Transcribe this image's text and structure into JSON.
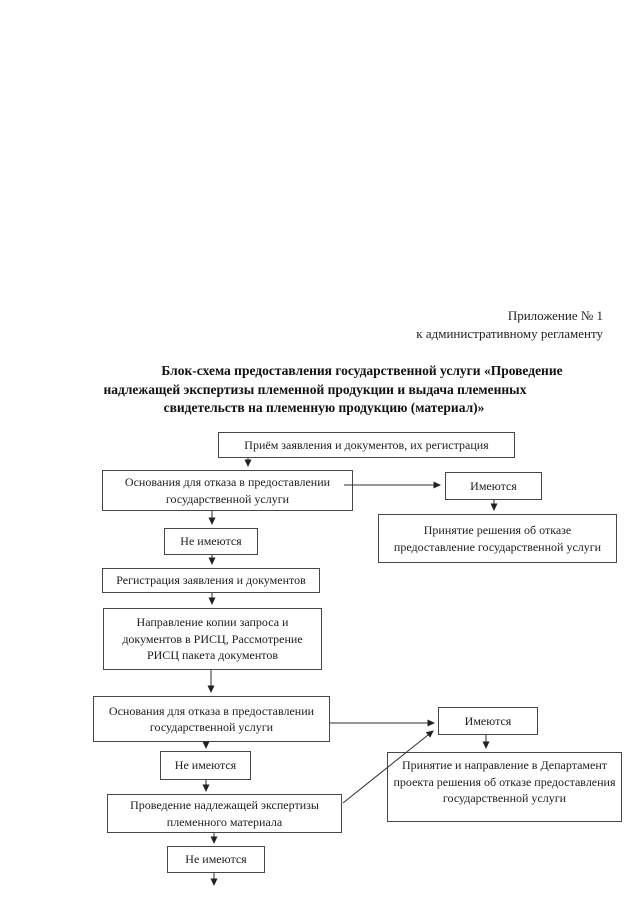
{
  "header": {
    "appendix_line1": "Приложение № 1",
    "appendix_line2": "к административному регламенту"
  },
  "title": {
    "lines": {
      "l1": "Блок-схема предоставления государственной услуги «Проведение",
      "l2": "надлежащей экспертизы племенной продукции и выдача племенных",
      "l3": "свидетельств на племенную продукцию (материал)»"
    }
  },
  "flowchart": {
    "nodes": {
      "reception": "Приём заявления и документов, их регистрация",
      "refusal_grounds_1": "Основания для отказа в предоставлении государственной услуги",
      "have_1": "Имеются",
      "refusal_decision": "Принятие решения об отказе предоставление государственной услуги",
      "not_have_1": "Не имеются",
      "registration": "Регистрация заявления и документов",
      "risc_review": "Направление копии запроса и документов в РИСЦ, Рассмотрение РИСЦ пакета документов",
      "refusal_grounds_2": "Основания для отказа в предоставлении государственной услуги",
      "have_2": "Имеются",
      "department_draft": "Принятие и направление в Департамент проекта решения об отказе предоставления государственной услуги",
      "not_have_2": "Не имеются",
      "expertise": "Проведение надлежащей экспертизы племенного материала",
      "not_have_3": "Не имеются"
    }
  }
}
